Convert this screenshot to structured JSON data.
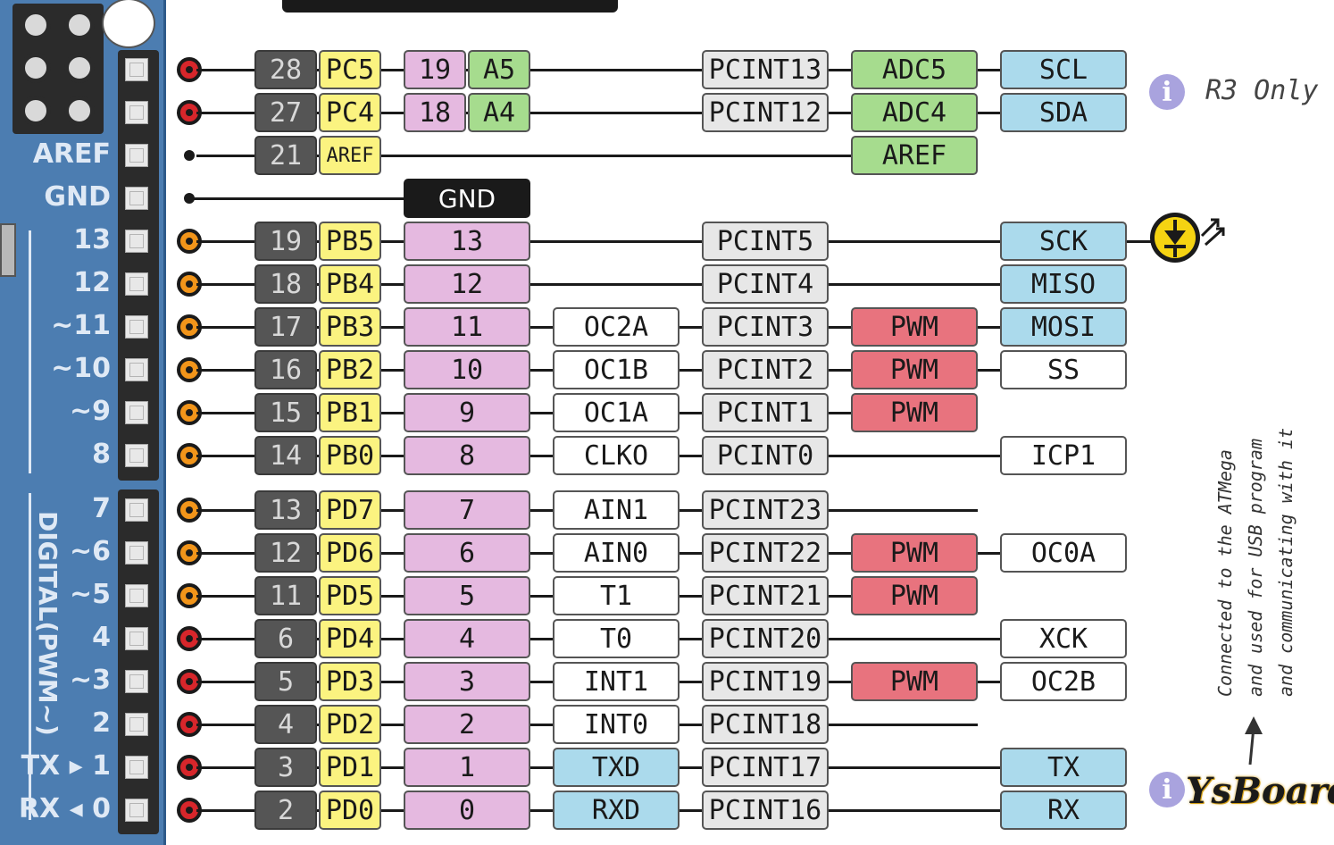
{
  "rows": [
    {
      "dot": "red",
      "phys": "28",
      "port": "PC5",
      "ard": "19",
      "ana": "A5",
      "alt": "",
      "pcint": "PCINT13",
      "adc": "ADC5",
      "pwm": "",
      "ser": "SCL",
      "serStyle": "blue"
    },
    {
      "dot": "red",
      "phys": "27",
      "port": "PC4",
      "ard": "18",
      "ana": "A4",
      "alt": "",
      "pcint": "PCINT12",
      "adc": "ADC4",
      "pwm": "",
      "ser": "SDA",
      "serStyle": "blue"
    },
    {
      "dot": "small",
      "phys": "21",
      "port": "AREF",
      "ard": "",
      "ana": "",
      "alt": "",
      "pcint": "",
      "adc": "AREF",
      "pwm": "",
      "ser": "",
      "serStyle": ""
    },
    {
      "dot": "small",
      "gnd": "GND"
    },
    {
      "dot": "orange",
      "phys": "19",
      "port": "PB5",
      "ard": "13",
      "alt": "",
      "pcint": "PCINT5",
      "adc": "",
      "pwm": "",
      "ser": "SCK",
      "serStyle": "blue"
    },
    {
      "dot": "orange",
      "phys": "18",
      "port": "PB4",
      "ard": "12",
      "alt": "",
      "pcint": "PCINT4",
      "adc": "",
      "pwm": "",
      "ser": "MISO",
      "serStyle": "blue"
    },
    {
      "dot": "orange",
      "phys": "17",
      "port": "PB3",
      "ard": "11",
      "alt": "OC2A",
      "pcint": "PCINT3",
      "adc": "",
      "pwm": "PWM",
      "ser": "MOSI",
      "serStyle": "blue"
    },
    {
      "dot": "orange",
      "phys": "16",
      "port": "PB2",
      "ard": "10",
      "alt": "OC1B",
      "pcint": "PCINT2",
      "adc": "",
      "pwm": "PWM",
      "ser": "SS",
      "serStyle": "white"
    },
    {
      "dot": "orange",
      "phys": "15",
      "port": "PB1",
      "ard": "9",
      "alt": "OC1A",
      "pcint": "PCINT1",
      "adc": "",
      "pwm": "PWM",
      "ser": "",
      "serStyle": ""
    },
    {
      "dot": "orange",
      "phys": "14",
      "port": "PB0",
      "ard": "8",
      "alt": "CLKO",
      "pcint": "PCINT0",
      "adc": "",
      "pwm": "",
      "ser": "ICP1",
      "serStyle": "white"
    },
    {
      "dot": "orange",
      "phys": "13",
      "port": "PD7",
      "ard": "7",
      "alt": "AIN1",
      "pcint": "PCINT23",
      "adc": "",
      "pwm": "",
      "ser": "",
      "serStyle": ""
    },
    {
      "dot": "orange",
      "phys": "12",
      "port": "PD6",
      "ard": "6",
      "alt": "AIN0",
      "pcint": "PCINT22",
      "adc": "",
      "pwm": "PWM",
      "ser": "OC0A",
      "serStyle": "white"
    },
    {
      "dot": "orange",
      "phys": "11",
      "port": "PD5",
      "ard": "5",
      "alt": "T1",
      "pcint": "PCINT21",
      "adc": "",
      "pwm": "PWM",
      "ser": "",
      "serStyle": ""
    },
    {
      "dot": "red",
      "phys": "6",
      "port": "PD4",
      "ard": "4",
      "alt": "T0",
      "pcint": "PCINT20",
      "adc": "",
      "pwm": "",
      "ser": "XCK",
      "serStyle": "white"
    },
    {
      "dot": "red",
      "phys": "5",
      "port": "PD3",
      "ard": "3",
      "alt": "INT1",
      "pcint": "PCINT19",
      "adc": "",
      "pwm": "PWM",
      "ser": "OC2B",
      "serStyle": "white"
    },
    {
      "dot": "red",
      "phys": "4",
      "port": "PD2",
      "ard": "2",
      "alt": "INT0",
      "pcint": "PCINT18",
      "adc": "",
      "pwm": "",
      "ser": "",
      "serStyle": ""
    },
    {
      "dot": "red",
      "phys": "3",
      "port": "PD1",
      "ard": "1",
      "alt": "TXD",
      "altStyle": "blue",
      "pcint": "PCINT17",
      "adc": "",
      "pwm": "",
      "ser": "TX",
      "serStyle": "blue"
    },
    {
      "dot": "red",
      "phys": "2",
      "port": "PD0",
      "ard": "0",
      "alt": "RXD",
      "altStyle": "blue",
      "pcint": "PCINT16",
      "adc": "",
      "pwm": "",
      "ser": "RX",
      "serStyle": "blue"
    }
  ],
  "board_labels": [
    "",
    "",
    "AREF",
    "GND",
    "13",
    "12",
    "~11",
    "~10",
    "~9",
    "8",
    "7",
    "~6",
    "~5",
    "4",
    "~3",
    "2",
    "TX ▸ 1",
    "RX ◂ 0"
  ],
  "digital_label": "DIGITAL(PWM~)",
  "r3_note": "R3 Only",
  "usb_note": [
    "Connected to the ATMega",
    "and used for USB program",
    "and communicating with it"
  ],
  "logo_text": "YsBoard",
  "icons": {
    "info": "info-icon",
    "led": "led-icon",
    "arrow": "arrow-up-icon"
  },
  "colors": {
    "board": "#4c7db1",
    "port": "#fbf380",
    "arduino": "#e5b9e0",
    "analog": "#a6dc8e",
    "pwm": "#e8737e",
    "serial": "#abdaec",
    "pcint": "#e7e7e7",
    "physical": "#555555"
  }
}
